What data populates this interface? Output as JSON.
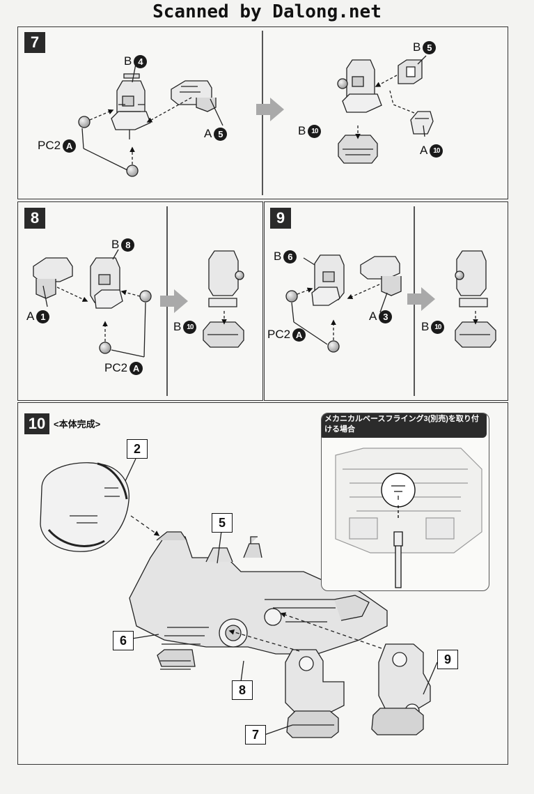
{
  "header": {
    "text": "Scanned by Dalong.net"
  },
  "steps": {
    "s7": {
      "number": "7",
      "labels": {
        "b_top": {
          "letter": "B",
          "num": "4"
        },
        "a_right": {
          "letter": "A",
          "num": "5"
        },
        "pc2": {
          "letter": "PC2",
          "num": "A"
        },
        "b5": {
          "letter": "B",
          "num": "5"
        },
        "b10": {
          "letter": "B",
          "num": "10"
        },
        "a10": {
          "letter": "A",
          "num": "10"
        }
      }
    },
    "s8": {
      "number": "8",
      "labels": {
        "b8": {
          "letter": "B",
          "num": "8"
        },
        "a1": {
          "letter": "A",
          "num": "1"
        },
        "pc2": {
          "letter": "PC2",
          "num": "A"
        },
        "b10": {
          "letter": "B",
          "num": "10"
        }
      }
    },
    "s9": {
      "number": "9",
      "labels": {
        "b6": {
          "letter": "B",
          "num": "6"
        },
        "a3": {
          "letter": "A",
          "num": "3"
        },
        "pc2": {
          "letter": "PC2",
          "num": "A"
        },
        "b10": {
          "letter": "B",
          "num": "10"
        }
      }
    },
    "s10": {
      "number": "10",
      "subtitle": "<本体完成>",
      "callouts": [
        "2",
        "5",
        "6",
        "8",
        "7",
        "9"
      ],
      "inset_title": "メカニカルベースフライング3(別売)を取り付ける場合"
    }
  },
  "colors": {
    "step_badge": "#2a2a2a",
    "paper": "#f3f3f1",
    "arrow": "#a9a9a9"
  }
}
